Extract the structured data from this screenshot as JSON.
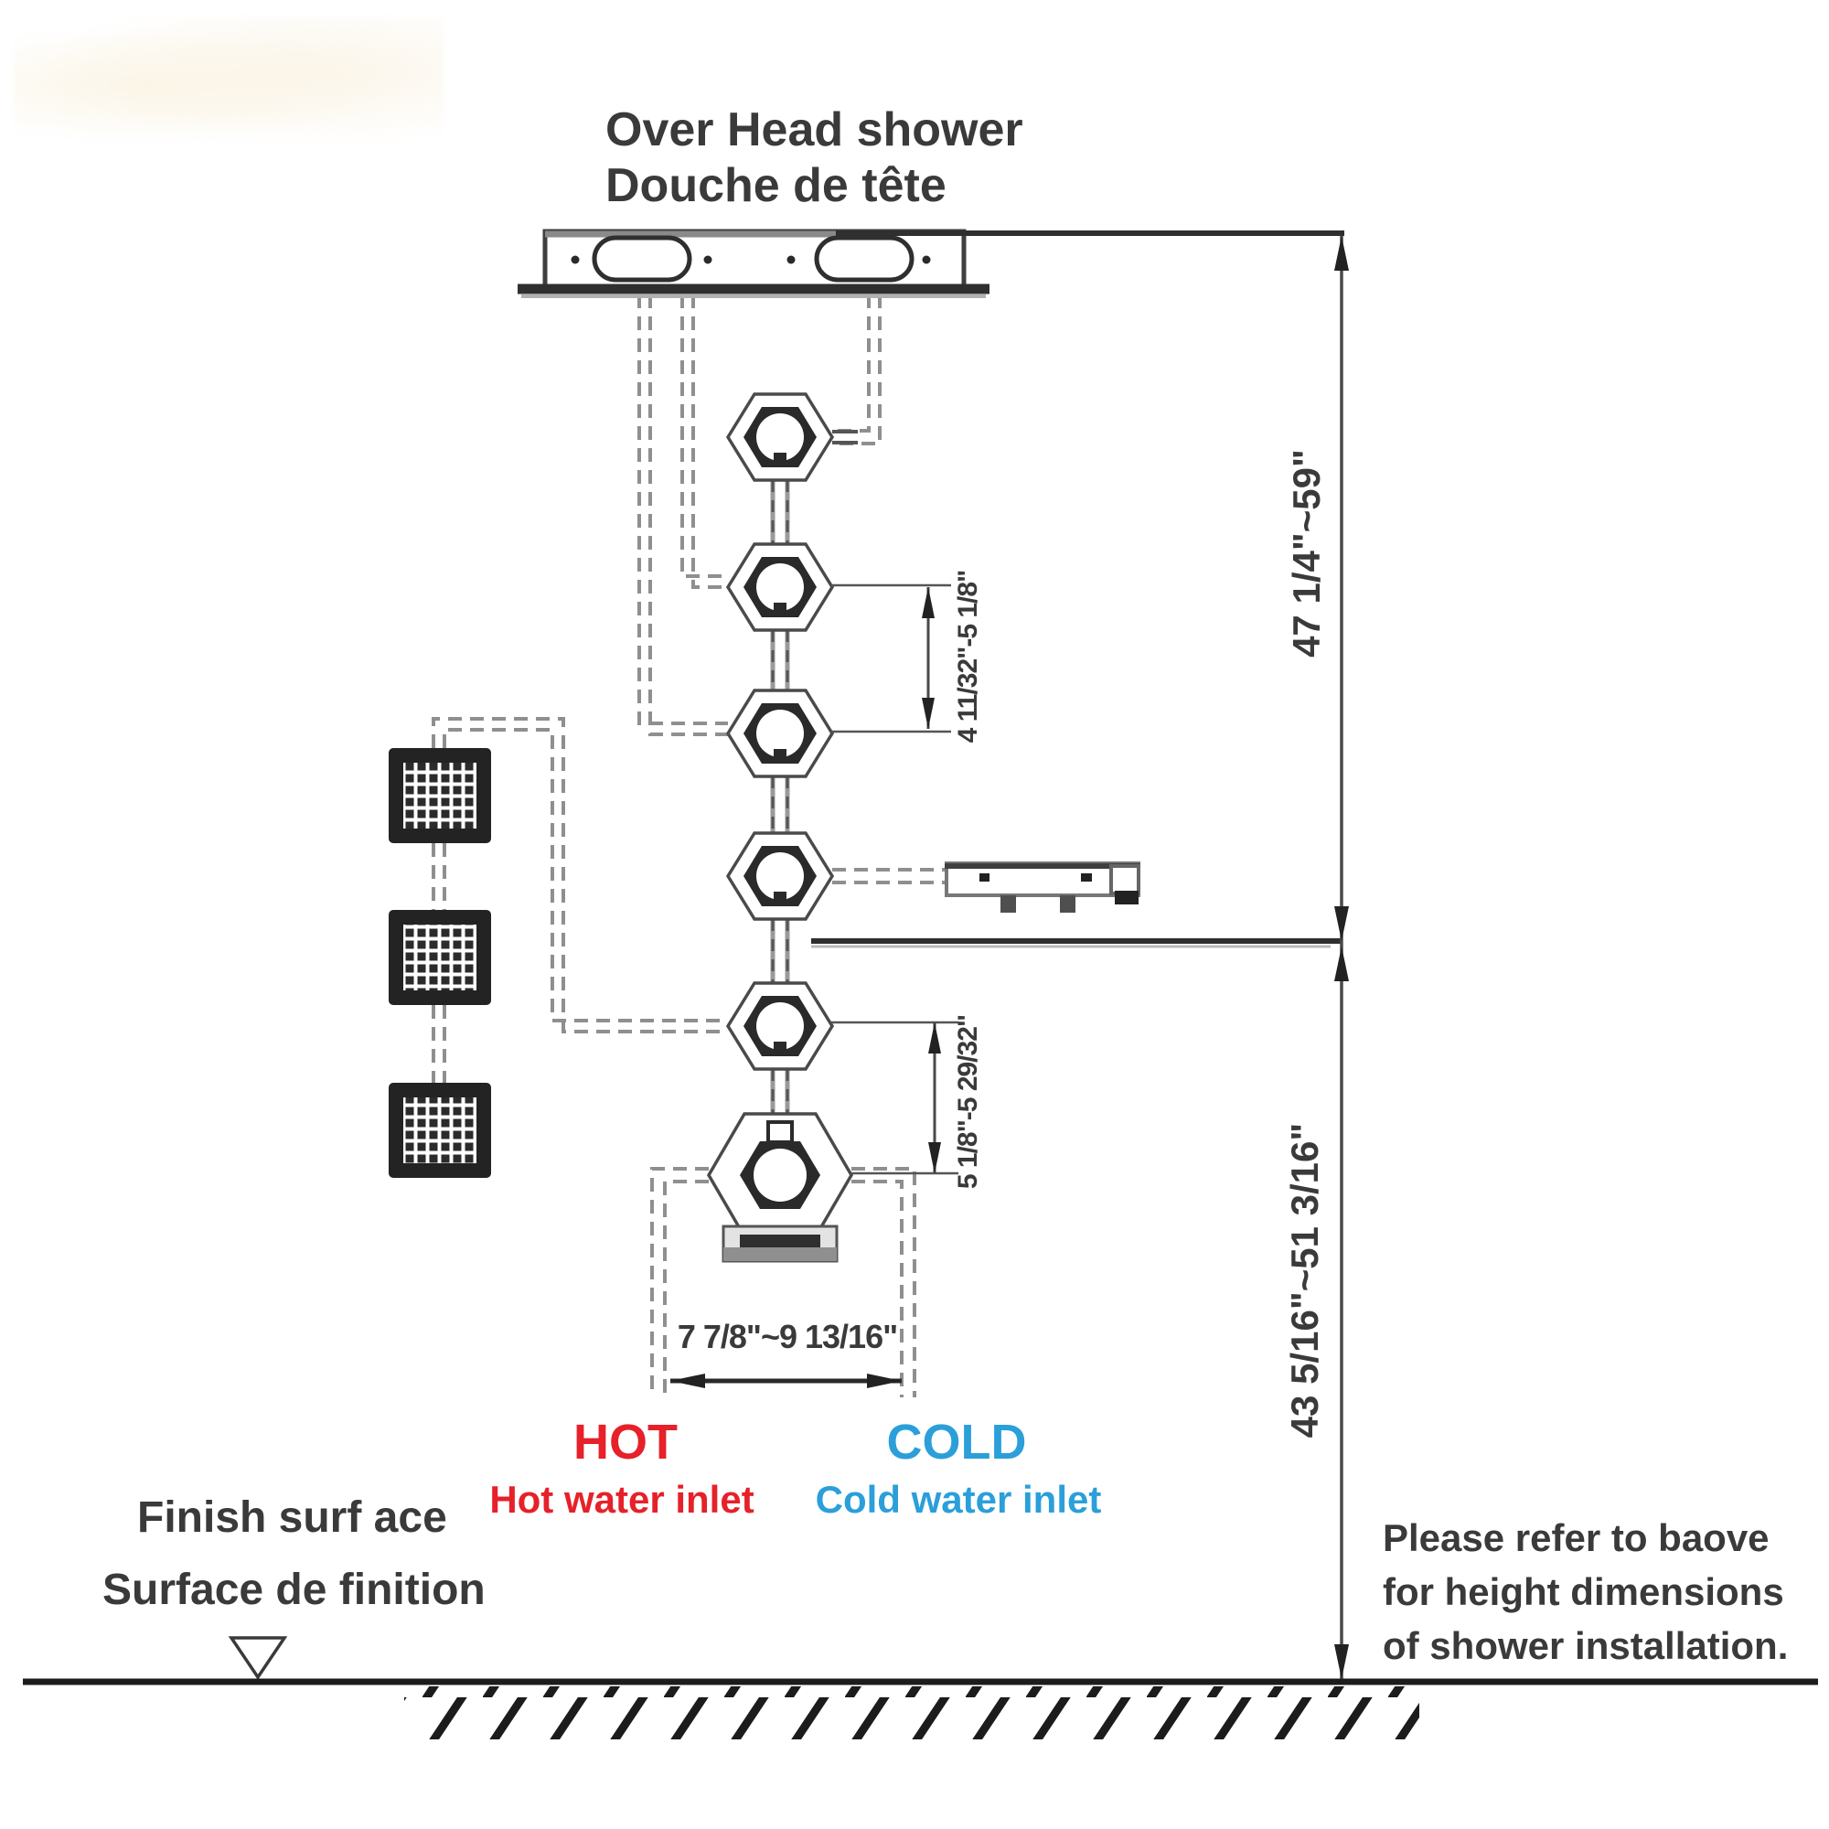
{
  "title": {
    "line1": "Over Head shower",
    "line2": "Douche de tête"
  },
  "dimensions": {
    "upper_height": "47 1/4\"~59\"",
    "lower_height": "43 5/16\"~51 3/16\"",
    "valve_spacing_upper": "4 11/32\"-5 1/8\"",
    "valve_spacing_lower": "5 1/8\"-5 29/32\"",
    "inlet_spacing": "7 7/8\"~9 13/16\""
  },
  "inlets": {
    "hot_title": "HOT",
    "hot_subtitle": "Hot water inlet",
    "cold_title": "COLD",
    "cold_subtitle": "Cold water inlet",
    "hot_color": "#e62129",
    "cold_color": "#2b9fd9"
  },
  "floor": {
    "finish_line1": "Finish surf ace",
    "finish_line2": "Surface de finition"
  },
  "note": {
    "line1": "Please refer to baove",
    "line2": "for height dimensions",
    "line3": "of shower installation."
  },
  "colors": {
    "ink": "#3a3a3a",
    "pipe_dash": "#8f8f8f"
  }
}
